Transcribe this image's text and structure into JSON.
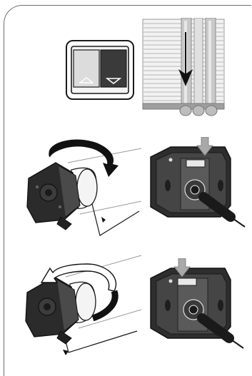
{
  "figure": {
    "steps": [
      {
        "id": "lower-blind",
        "switch_state": "down-pressed",
        "arrow": "down"
      },
      {
        "id": "rotate-clockwise",
        "rotation": "clockwise",
        "arrow_target": "right-notch"
      },
      {
        "id": "rotate-counterclockwise",
        "rotation": "counterclockwise",
        "arrow_target": "left-notch"
      }
    ],
    "colors": {
      "line": "#1a1a1a",
      "dark_fill": "#2b2b2b",
      "switch_dark": "#3b3b3b",
      "switch_light": "#d9d9d9",
      "grey_arrow": "#a9a9a9",
      "blind_slat": "#e6e6e6",
      "rail": "#bdbdbd"
    }
  }
}
